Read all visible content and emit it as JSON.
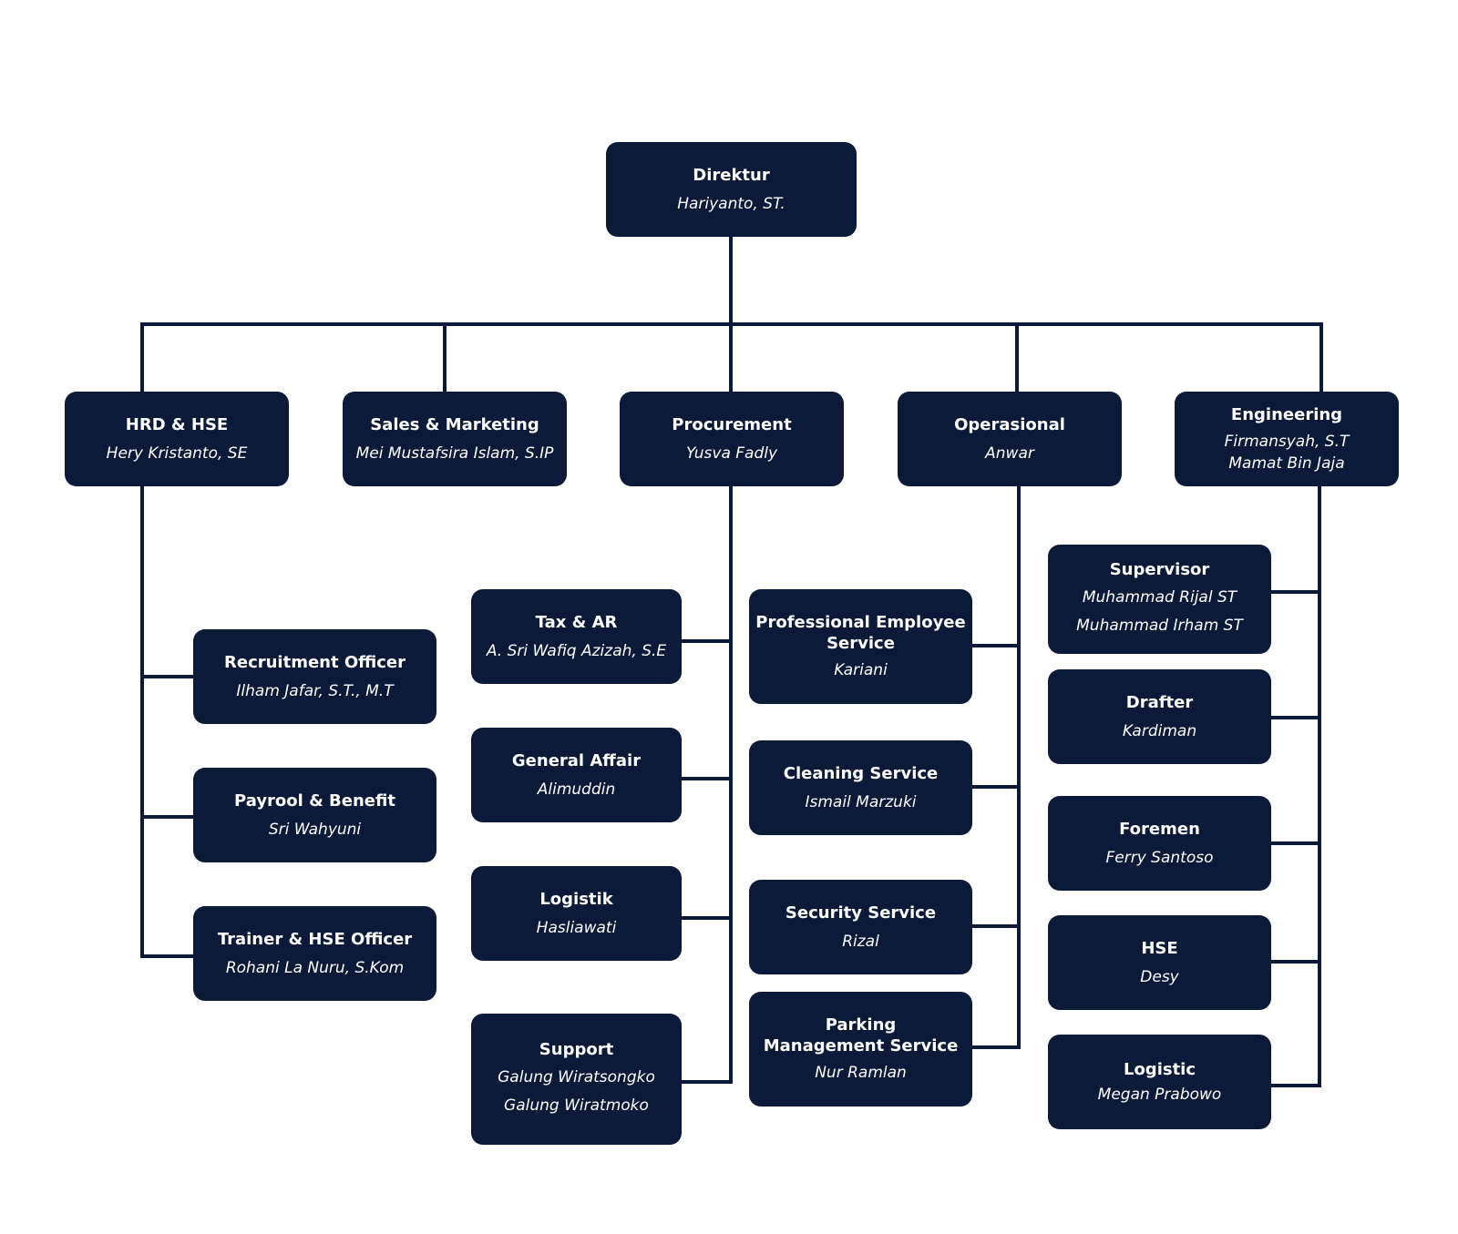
{
  "org_chart": {
    "root": {
      "title": "Direktur",
      "names": [
        "Hariyanto, ST."
      ]
    },
    "departments": [
      {
        "title": "HRD & HSE",
        "names": [
          "Hery Kristanto, SE"
        ],
        "units": [
          {
            "title": "Recruitment Officer",
            "names": [
              "Ilham Jafar, S.T., M.T"
            ]
          },
          {
            "title": "Payrool & Benefit",
            "names": [
              "Sri Wahyuni"
            ]
          },
          {
            "title": "Trainer & HSE Officer",
            "names": [
              "Rohani La Nuru, S.Kom"
            ]
          }
        ]
      },
      {
        "title": "Sales & Marketing",
        "names": [
          "Mei Mustafsira Islam, S.IP"
        ],
        "units": []
      },
      {
        "title": "Procurement",
        "names": [
          "Yusva Fadly"
        ],
        "units": [
          {
            "title": "Tax & AR",
            "names": [
              "A. Sri Wafiq Azizah, S.E"
            ]
          },
          {
            "title": "General Affair",
            "names": [
              "Alimuddin"
            ]
          },
          {
            "title": "Logistik",
            "names": [
              "Hasliawati"
            ]
          },
          {
            "title": "Support",
            "names": [
              "Galung Wiratsongko",
              "Galung Wiratmoko"
            ]
          }
        ]
      },
      {
        "title": "Operasional",
        "names": [
          "Anwar"
        ],
        "units": [
          {
            "title": "Professional Employee\nService",
            "names": [
              "Kariani"
            ]
          },
          {
            "title": "Cleaning Service",
            "names": [
              "Ismail Marzuki"
            ]
          },
          {
            "title": "Security Service",
            "names": [
              "Rizal"
            ]
          },
          {
            "title": "Parking\nManagement Service",
            "names": [
              "Nur Ramlan"
            ]
          }
        ]
      },
      {
        "title": "Engineering",
        "names": [
          "Firmansyah, S.T",
          "Mamat Bin Jaja"
        ],
        "units": [
          {
            "title": "Supervisor",
            "names": [
              "Muhammad Rijal ST",
              "Muhammad Irham ST"
            ]
          },
          {
            "title": "Drafter",
            "names": [
              "Kardiman"
            ]
          },
          {
            "title": "Foremen",
            "names": [
              "Ferry Santoso"
            ]
          },
          {
            "title": "HSE",
            "names": [
              "Desy"
            ]
          },
          {
            "title": "Logistic",
            "names": [
              "Megan Prabowo"
            ]
          }
        ]
      }
    ]
  }
}
